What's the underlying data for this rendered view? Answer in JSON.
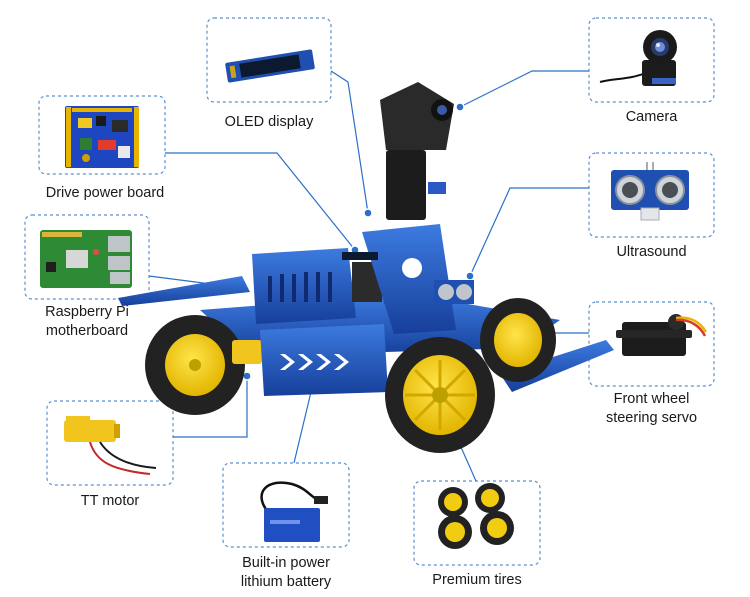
{
  "labels": {
    "oled": "OLED display",
    "camera": "Camera",
    "drive_power_board": "Drive power board",
    "ultrasound": "Ultrasound",
    "raspberry_pi": [
      "Raspberry Pi",
      "motherboard"
    ],
    "front_servo": [
      "Front wheel",
      "steering servo"
    ],
    "tt_motor": "TT motor",
    "battery": [
      "Built-in power",
      "lithium battery"
    ],
    "tires": "Premium tires"
  },
  "colors": {
    "accent_blue": "#2d6fc7",
    "chassis_blue": "#1f56c2",
    "tire_yellow": "#f2cc10",
    "tire_black": "#222222",
    "dashed_frame": "#5a8fd0"
  }
}
